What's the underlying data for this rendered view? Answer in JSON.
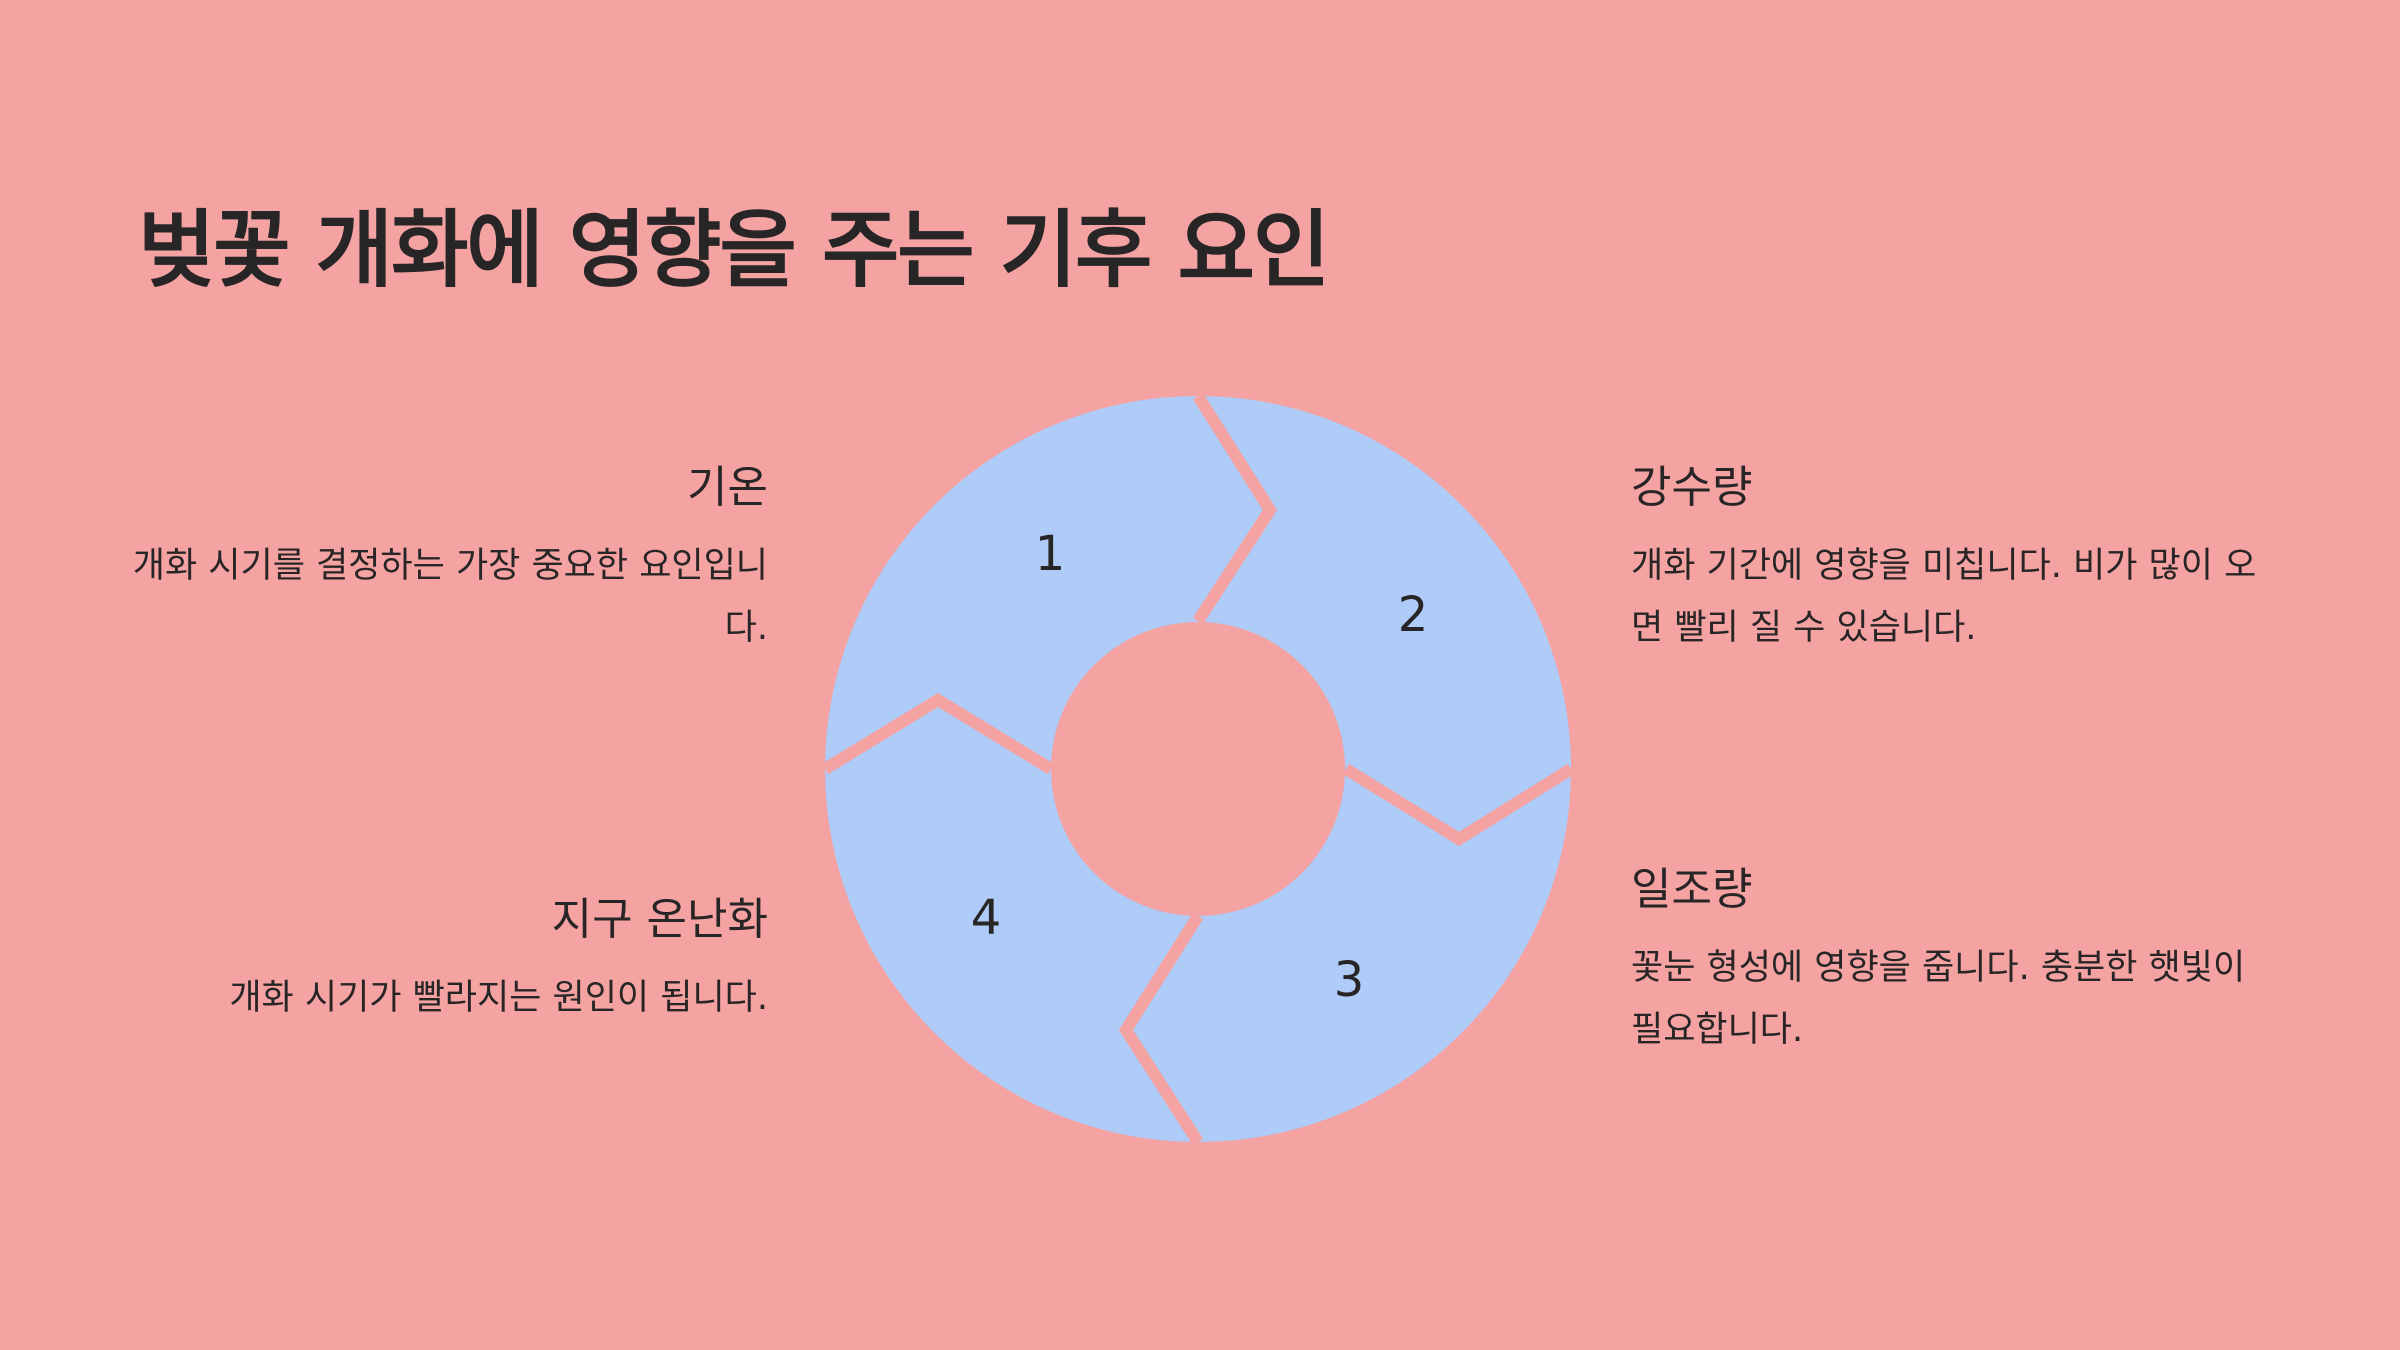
{
  "colors": {
    "background": "#f4a2a2",
    "segment_fill": "#afcbf7",
    "separator": "#f4a2a2",
    "text": "#272525"
  },
  "title": "벚꽃 개화에 영향을 주는 기후 요인",
  "diagram": {
    "type": "cycle",
    "segments": [
      {
        "number": "1",
        "title": "기온",
        "description": "개화 시기를 결정하는 가장 중요한 요인입니다."
      },
      {
        "number": "2",
        "title": "강수량",
        "description": "개화 기간에 영향을 미칩니다. 비가 많이 오면 빨리 질 수 있습니다."
      },
      {
        "number": "3",
        "title": "일조량",
        "description": "꽃눈 형성에 영향을 줍니다. 충분한 햇빛이 필요합니다."
      },
      {
        "number": "4",
        "title": "지구 온난화",
        "description": "개화 시기가 빨라지는 원인이 됩니다."
      }
    ]
  }
}
